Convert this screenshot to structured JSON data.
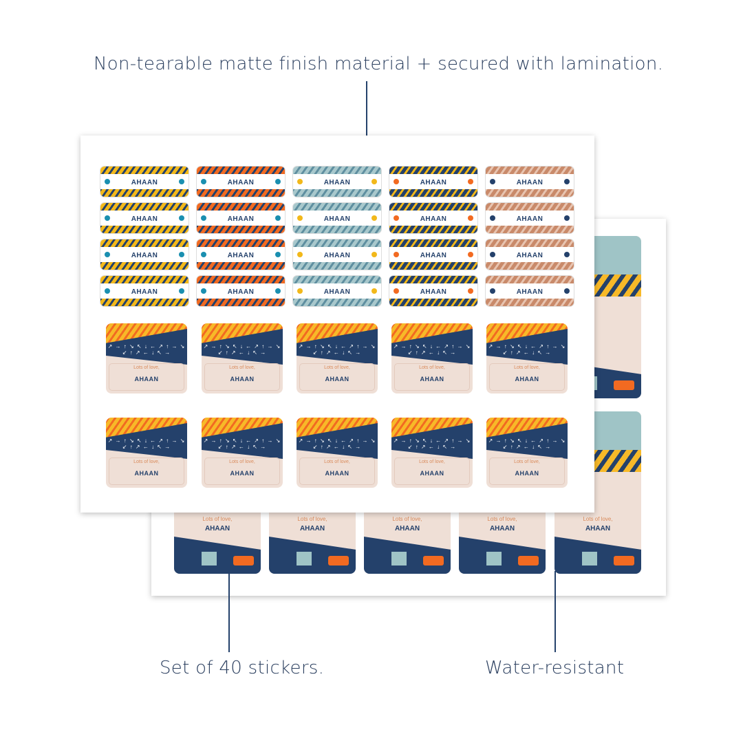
{
  "callouts": {
    "top": "Non-tearable matte finish material + secured with lamination.",
    "bottom_left": "Set of 40 stickers.",
    "bottom_right": "Water-resistant"
  },
  "sticker": {
    "name": "AHAAN",
    "message": "Lots of love,",
    "arrow_pattern": "↗ → ↑ ↘ ↖ ↓ ← ↗ ↑ → ↘ ↙ ↑ ↗ ← ↓ ↖ →"
  },
  "label_themes": [
    {
      "bg": "#f2b81a",
      "stripe": "#24416b",
      "dot": "#1a8fb0"
    },
    {
      "bg": "#f26a21",
      "stripe": "#24416b",
      "dot": "#1a8fb0"
    },
    {
      "bg": "#a8c8cc",
      "stripe": "#5f8fa0",
      "dot": "#f2b81a"
    },
    {
      "bg": "#24416b",
      "stripe": "#f2b81a",
      "dot": "#f26a21"
    },
    {
      "bg": "#c98a6a",
      "stripe": "#e8c4b0",
      "dot": "#24416b"
    }
  ]
}
